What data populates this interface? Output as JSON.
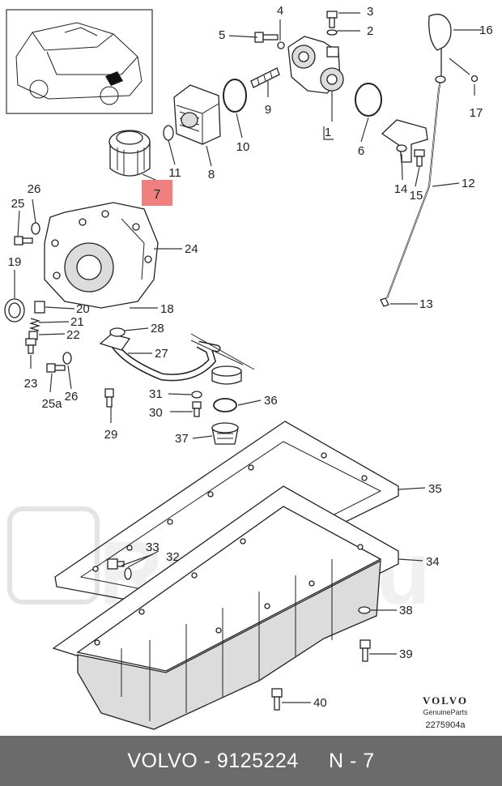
{
  "callouts": {
    "c1": "1",
    "c2": "2",
    "c3": "3",
    "c4": "4",
    "c5": "5",
    "c6": "6",
    "c7": "7",
    "c8": "8",
    "c9": "9",
    "c10": "10",
    "c11": "11",
    "c12": "12",
    "c13": "13",
    "c14": "14",
    "c15": "15",
    "c16": "16",
    "c17": "17",
    "c18": "18",
    "c19": "19",
    "c20": "20",
    "c21": "21",
    "c22": "22",
    "c23": "23",
    "c24": "24",
    "c25": "25",
    "c25a": "25a",
    "c26a": "26",
    "c26b": "26",
    "c27": "27",
    "c28": "28",
    "c29": "29",
    "c30": "30",
    "c31": "31",
    "c32": "32",
    "c33": "33",
    "c34": "34",
    "c35": "35",
    "c36": "36",
    "c37": "37",
    "c38": "38",
    "c39": "39",
    "c40": "40"
  },
  "brand": {
    "logo": "VOLVO",
    "subtitle": "GenuineParts",
    "drawing_number": "2275904a"
  },
  "watermark": "Rulls.ru",
  "footer": {
    "brand": "VOLVO",
    "separator": " - ",
    "part_number": "9125224",
    "page": "N - 7"
  },
  "highlight_color": "#f07f7f",
  "footer_color": "#6b6b6b"
}
